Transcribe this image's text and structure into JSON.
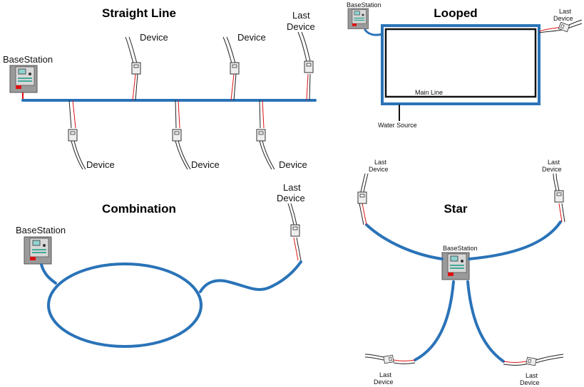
{
  "sections": {
    "straight": {
      "title": "Straight Line",
      "base_label": "BaseStation",
      "device_label": "Device",
      "last_label_1": "Last",
      "last_label_2": "Device"
    },
    "looped": {
      "title": "Looped",
      "base_label": "BaseStation",
      "last_label_1": "Last",
      "last_label_2": "Device",
      "main_line_label": "Main Line",
      "water_source_label": "Water Source"
    },
    "combination": {
      "title": "Combination",
      "base_label": "BaseStation",
      "last_label_1": "Last",
      "last_label_2": "Device"
    },
    "star": {
      "title": "Star",
      "base_label": "BaseStation",
      "last_label_1": "Last",
      "last_label_2": "Device"
    }
  },
  "colors": {
    "pipe": "#2a73b8",
    "wire_red": "#dd1111",
    "basestation_panel": "#8fd3d0"
  }
}
